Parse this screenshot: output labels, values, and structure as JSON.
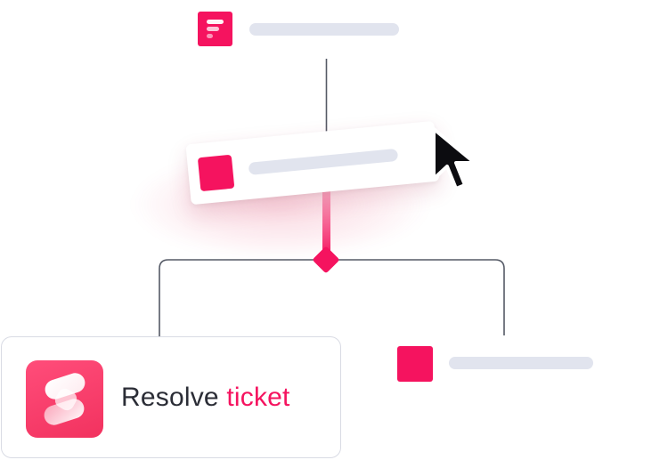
{
  "colors": {
    "brand_pink": "#f5135f",
    "placeholder_gray": "#e1e4ee",
    "connector_line": "#555a66",
    "text_dark": "#2b2d36",
    "card_border": "#d9dbe4",
    "cursor_fill": "#0c0c10"
  },
  "flow": {
    "top_node": {
      "icon": "flow-logo-icon"
    },
    "dragged_node": {
      "icon": "pink-square-icon",
      "state": "dragging"
    },
    "branch": {
      "icon": "diamond-icon"
    },
    "resolve_card": {
      "icon": "app-s-logo-icon",
      "label_prefix": "Resolve",
      "label_highlight": "ticket"
    },
    "right_node": {
      "icon": "pink-square-icon"
    }
  },
  "cursor": {
    "icon": "mouse-pointer-icon"
  }
}
